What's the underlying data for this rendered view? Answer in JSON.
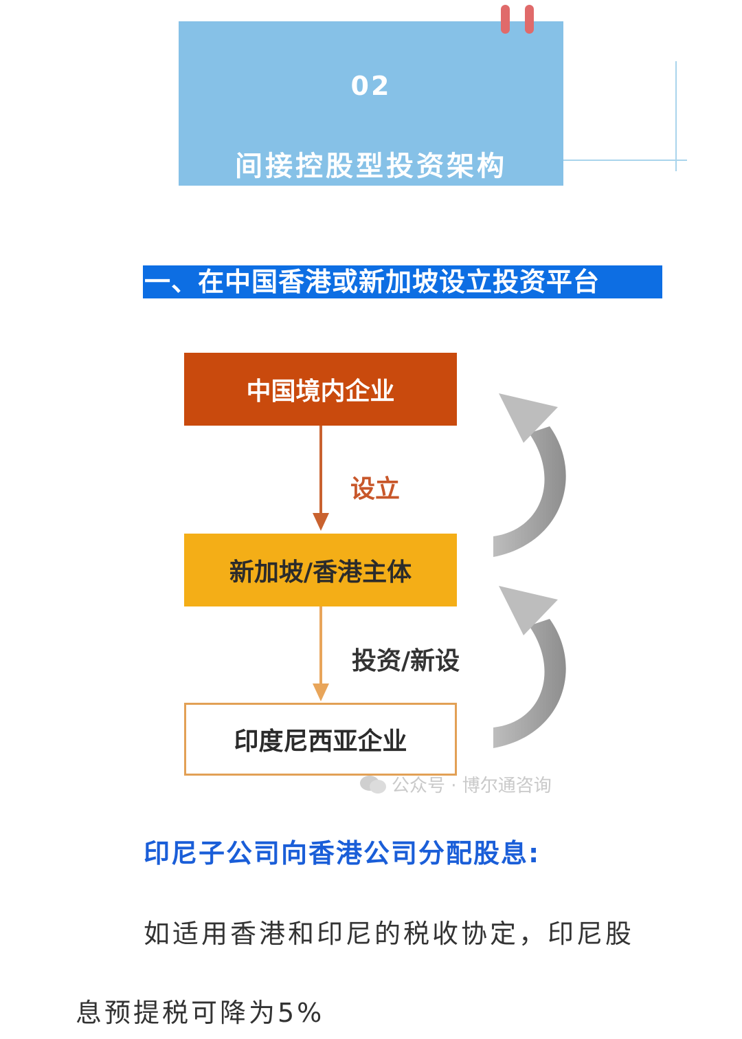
{
  "header": {
    "number": "02",
    "title": "间接控股型投资架构",
    "bg_color": "#86c1e7"
  },
  "section": {
    "heading": "一、在中国香港或新加坡设立投资平台",
    "heading_bg": "#0d6ee3"
  },
  "diagram": {
    "nodes": [
      {
        "label": "中国境内企业",
        "color": "#c94a0d"
      },
      {
        "label": "新加坡/香港主体",
        "color": "#f4ae17"
      },
      {
        "label": "印度尼西亚企业",
        "color": "#ffffff"
      }
    ],
    "edges": [
      {
        "label": "设立"
      },
      {
        "label": "投资/新设"
      }
    ],
    "watermark": "公众号 · 博尔通咨询"
  },
  "body": {
    "subheading": "印尼子公司向香港公司分配股息:",
    "paragraph_line1": "如适用香港和印尼的税收协定，印尼股",
    "paragraph_line2": "息预提税可降为5%"
  }
}
